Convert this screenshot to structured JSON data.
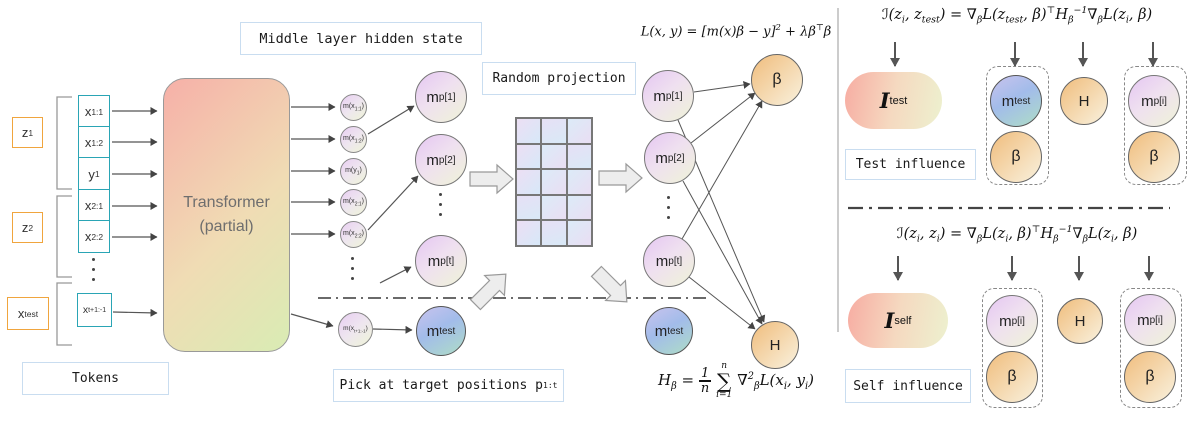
{
  "palette": {
    "teal_border": "#2aa5b5",
    "orange_border": "#f0a53e",
    "label_border": "#c9ddf0",
    "node_orange": "#f1c286",
    "node_purple": "#e6c9f2",
    "node_blue": "#a2bcea",
    "transformer_pink": "#f6b0a8",
    "transformer_green": "#d9ecb4"
  },
  "labels": {
    "hidden_state": "Middle layer hidden state",
    "random_projection": "Random projection",
    "pick": {
      "base": "Pick at target positions p",
      "sub": "1:t"
    },
    "tokens": "Tokens",
    "test_influence": "Test influence",
    "self_influence": "Self influence"
  },
  "left": {
    "groups": [
      {
        "base": "z",
        "sub": "1"
      },
      {
        "base": "z",
        "sub": "2"
      },
      {
        "base": "x",
        "sub": "test"
      }
    ],
    "tokens": [
      {
        "base": "x",
        "sub": "1:1"
      },
      {
        "base": "x",
        "sub": "1:2"
      },
      {
        "base": "y",
        "sub": "1"
      },
      {
        "base": "x",
        "sub": "2:1"
      },
      {
        "base": "x",
        "sub": "2:2"
      },
      {
        "base": "x",
        "sub": "t+1:-1"
      }
    ]
  },
  "transformer": {
    "line1": "Transformer",
    "line2": "(partial)"
  },
  "hidden": {
    "circles": [
      {
        "base": "m(x",
        "sub": "1:1",
        "close": ")"
      },
      {
        "base": "m(x",
        "sub": "1:2",
        "close": ")"
      },
      {
        "base": "m(y",
        "sub": "1",
        "close": ")"
      },
      {
        "base": "m(x",
        "sub": "2:1",
        "close": ")"
      },
      {
        "base": "m(x",
        "sub": "2:2",
        "close": ")"
      },
      {
        "base": "m(x",
        "sub": "t+1:-1",
        "close": ")"
      }
    ]
  },
  "mp": {
    "col1": [
      {
        "base": "m",
        "sub": "p[1]"
      },
      {
        "base": "m",
        "sub": "p[2]"
      },
      {
        "base": "m",
        "sub": "p[t]"
      },
      {
        "base": "m",
        "sub": "test"
      }
    ],
    "col2": [
      {
        "base": "m",
        "sub": "p[1]"
      },
      {
        "base": "m",
        "sub": "p[2]"
      },
      {
        "base": "m",
        "sub": "p[t]"
      },
      {
        "base": "m",
        "sub": "test"
      }
    ]
  },
  "nodes": {
    "beta": "β",
    "h": "H"
  },
  "equations": {
    "loss": [
      {
        "t": "L(x, y) = [m(x)β − y]"
      },
      {
        "t": "2",
        "s": "sup"
      },
      {
        "t": " + λβ"
      },
      {
        "t": "⊤",
        "s": "sup"
      },
      {
        "t": "β"
      }
    ],
    "hessian": {
      "lhs": [
        {
          "t": "H"
        },
        {
          "t": "β",
          "s": "sub"
        },
        {
          "t": " = "
        }
      ],
      "num": "1",
      "den": "n",
      "sum_top": "n",
      "sum_sym": "∑",
      "sum_bot": "i=1",
      "rhs": [
        {
          "t": "∇"
        },
        {
          "t": "2",
          "s": "sup"
        },
        {
          "t": "β",
          "s": "sub"
        },
        {
          "t": "L(x"
        },
        {
          "t": "i",
          "s": "sub"
        },
        {
          "t": ", y"
        },
        {
          "t": "i",
          "s": "sub"
        },
        {
          "t": ")"
        }
      ]
    },
    "test": [
      {
        "t": "ℐ(z"
      },
      {
        "t": "i",
        "s": "sub"
      },
      {
        "t": ", z"
      },
      {
        "t": "test",
        "s": "sub"
      },
      {
        "t": ") = ∇"
      },
      {
        "t": "β",
        "s": "sub"
      },
      {
        "t": "L(z"
      },
      {
        "t": "test",
        "s": "sub"
      },
      {
        "t": ", β)"
      },
      {
        "t": "⊤",
        "s": "sup"
      },
      {
        "t": "H"
      },
      {
        "t": "β",
        "s": "sub"
      },
      {
        "t": "−1",
        "s": "sup"
      },
      {
        "t": "∇"
      },
      {
        "t": "β",
        "s": "sub"
      },
      {
        "t": "L(z"
      },
      {
        "t": "i",
        "s": "sub"
      },
      {
        "t": ", β)"
      }
    ],
    "self": [
      {
        "t": "ℐ(z"
      },
      {
        "t": "i",
        "s": "sub"
      },
      {
        "t": ", z"
      },
      {
        "t": "i",
        "s": "sub"
      },
      {
        "t": ") = ∇"
      },
      {
        "t": "β",
        "s": "sub"
      },
      {
        "t": "L(z"
      },
      {
        "t": "i",
        "s": "sub"
      },
      {
        "t": ", β)"
      },
      {
        "t": "⊤",
        "s": "sup"
      },
      {
        "t": "H"
      },
      {
        "t": "β",
        "s": "sub"
      },
      {
        "t": "−1",
        "s": "sup"
      },
      {
        "t": "∇"
      },
      {
        "t": "β",
        "s": "sub"
      },
      {
        "t": "L(z"
      },
      {
        "t": "i",
        "s": "sub"
      },
      {
        "t": ", β)"
      }
    ]
  },
  "right": {
    "test": {
      "blob": {
        "base": "I",
        "sub": "test"
      },
      "m_test": {
        "base": "m",
        "sub": "test"
      },
      "m_pi": {
        "base": "m",
        "sub": "p[i]"
      }
    },
    "self": {
      "blob": {
        "base": "I",
        "sub": "self"
      },
      "m_pi1": {
        "base": "m",
        "sub": "p[i]"
      },
      "m_pi2": {
        "base": "m",
        "sub": "p[i]"
      }
    }
  }
}
